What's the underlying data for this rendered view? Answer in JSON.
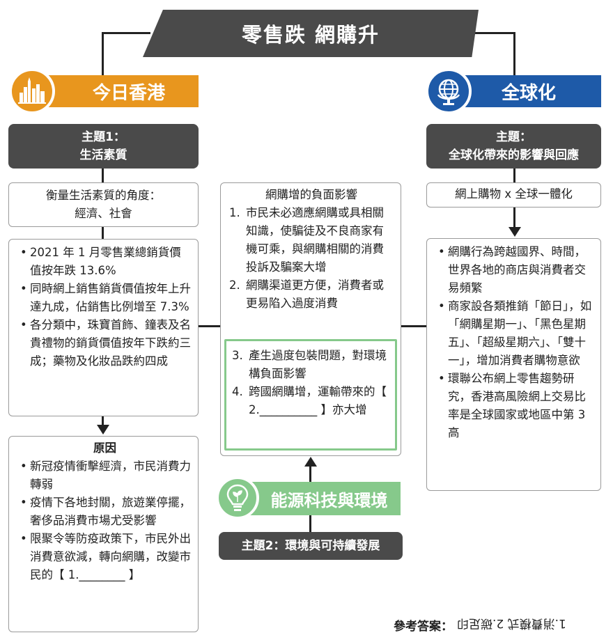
{
  "title": "零售跌 網購升",
  "hk": {
    "header": "今日香港",
    "theme_line1": "主題1：",
    "theme_line2": "生活素質",
    "angle_line1": "衡量生活素質的角度：",
    "angle_line2": "經濟、社會",
    "facts": [
      "2021 年 1 月零售業總銷貨價值按年跌 13.6%",
      "同時網上銷售銷貨價值按年上升達九成，佔銷售比例增至 7.3%",
      "各分類中，珠寶首飾、鐘表及名貴禮物的銷貨價值按年下跌約三成；藥物及化妝品跌約四成"
    ],
    "reasons_title": "原因",
    "reasons": [
      "新冠疫情衝擊經濟，市民消費力轉弱",
      "疫情下各地封關，旅遊業停擺，奢侈品消費市場尤受影響",
      "限聚令等防疫政策下，市民外出消費意欲減，轉向網購，改變市民的【 1.________ 】"
    ]
  },
  "center": {
    "title": "網購增的負面影響",
    "items": [
      {
        "num": "1.",
        "text": "市民未必適應網購或具相關知識，使騙徒及不良商家有機可乘，與網購相關的消費投訴及騙案大增"
      },
      {
        "num": "2.",
        "text": "網購渠道更方便，消費者或更易陷入過度消費"
      }
    ],
    "green_items": [
      {
        "num": "3.",
        "text": "產生過度包裝問題，對環境構負面影響"
      },
      {
        "num": "4.",
        "text": "跨國網購增，運輸帶來的【 2.__________ 】亦大增"
      }
    ]
  },
  "env": {
    "header": "能源科技與環境",
    "theme": "主題2：環境與可持續發展"
  },
  "global": {
    "header": "全球化",
    "theme_line1": "主題：",
    "theme_line2": "全球化帶來的影響與回應",
    "sub": "網上購物 x 全球一體化",
    "facts": [
      "網購行為跨越國界、時間，世界各地的商店與消費者交易頻繁",
      "商家設各類推銷「節日」，如「網購星期一」、「黑色星期五」、「超級星期六」、「雙十一」，增加消費者購物意欲",
      "環聯公布網上零售趨勢研究，香港高風險網上交易比率是全球國家或地區中第 3 高"
    ]
  },
  "answer": {
    "label": "參考答案：",
    "text": "1.消費模式 2.碳足印"
  },
  "colors": {
    "hk": "#e8961e",
    "global": "#1e5aa8",
    "env": "#86c98b",
    "dark": "#4a4a4a"
  },
  "icons": {
    "hk": "city-skyline-icon",
    "global": "globe-icon",
    "env": "lightbulb-leaf-icon"
  }
}
